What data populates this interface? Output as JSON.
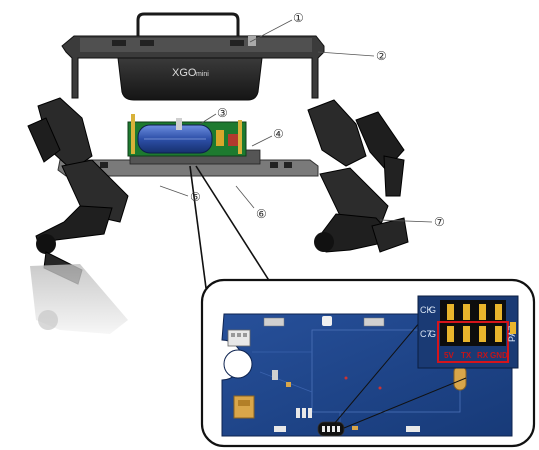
{
  "diagram": {
    "cover_brand_main": "XGO",
    "cover_brand_sub": "mini",
    "callouts": [
      "①",
      "②",
      "③",
      "④",
      "⑤",
      "⑥",
      "⑦"
    ],
    "connector": {
      "pins": [
        "5V",
        "TX",
        "RX",
        "GND"
      ],
      "side_label": "PA7",
      "silk_left": [
        "CK",
        "C7"
      ],
      "silk_right": [
        "G",
        "G"
      ]
    },
    "colors": {
      "pcb": "#1c3f7e",
      "pcb_dark": "#142f60",
      "header_gold": "#e9b52c",
      "highlight_red": "#d5141b",
      "frame": "#4d4d4d",
      "leg": "#2a2a2a",
      "battery": "#2d4fa8"
    }
  }
}
